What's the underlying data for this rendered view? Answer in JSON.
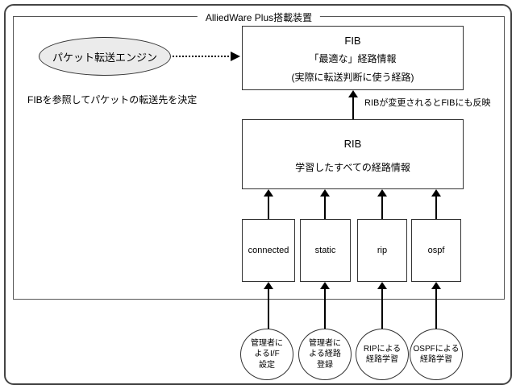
{
  "device": {
    "title": "AlliedWare Plus搭載装置"
  },
  "engine": {
    "label": "パケット転送エンジン",
    "caption": "FIBを参照してパケットの転送先を決定"
  },
  "fib": {
    "title": "FIB",
    "desc1": "「最適な」経路情報",
    "desc2": "(実際に転送判断に使う経路)"
  },
  "rib": {
    "title": "RIB",
    "desc": "学習したすべての経路情報"
  },
  "rib_to_fib_note": "RIBが変更されるとFIBにも反映",
  "protocols": [
    {
      "label": "connected",
      "source": "管理者に\nよるI/F\n設定"
    },
    {
      "label": "static",
      "source": "管理者に\nよる経路\n登録"
    },
    {
      "label": "rip",
      "source": "RIPによる\n経路学習"
    },
    {
      "label": "ospf",
      "source": "OSPFによる\n経路学習"
    }
  ]
}
